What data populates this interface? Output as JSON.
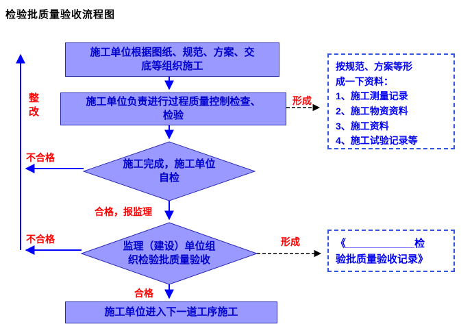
{
  "title": "检验批质量验收流程图",
  "nodes": {
    "box1": "施工单位根据图纸、规范、方案、交\n底等组织施工",
    "box2": "施工单位负责进行过程质量控制检查、\n检验",
    "diamond1": "施工完成，施工单位\n自检",
    "diamond2": "监理（建设）单位组\n织检验批质量验收",
    "box3": "施工单位进入下一道工序施工"
  },
  "labels": {
    "rectify": "整\n改",
    "fail_top": "不合格",
    "fail_bottom": "不合格",
    "pass_report": "合格，报监理",
    "pass": "合格",
    "form_top": "形成",
    "form_bottom": "形成"
  },
  "notes": {
    "materials": "按规范、方案等形\n成一下资料：\n1、施工测量记录\n2、施工物资资料\n3、施工资料\n4、施工试验记录等",
    "record": "《____________检\n验批质量验收记录》"
  },
  "colors": {
    "node_fill": "#9999ff",
    "node_border": "#2929b8",
    "node_text": "#0000cc",
    "label_red": "#ff0000",
    "connector_blue": "#0000ff",
    "note_border": "#3355dd",
    "note_text": "#0000ee",
    "dashed_black": "#000000"
  }
}
